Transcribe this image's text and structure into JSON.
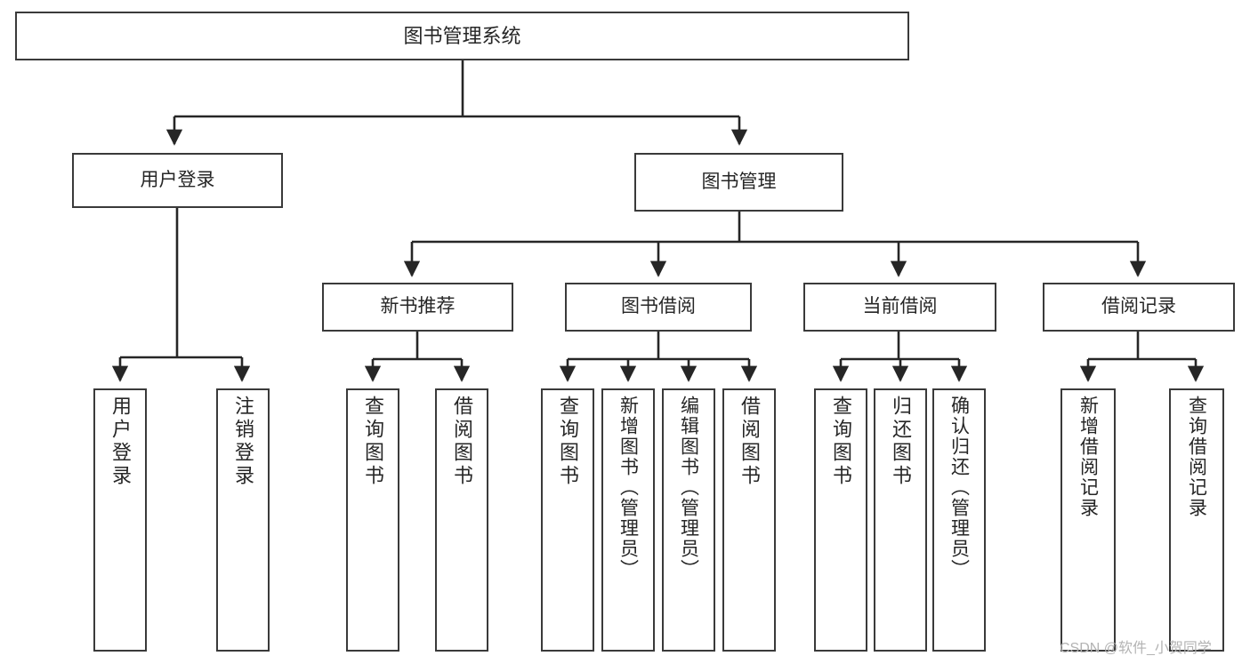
{
  "diagram": {
    "title": "图书管理系统",
    "type": "hierarchy-tree",
    "root": {
      "id": "root",
      "label": "图书管理系统"
    },
    "level1": [
      {
        "id": "user-login",
        "label": "用户登录"
      },
      {
        "id": "book-manage",
        "label": "图书管理"
      }
    ],
    "level2": [
      {
        "id": "new-book-rec",
        "label": "新书推荐",
        "parent": "book-manage"
      },
      {
        "id": "book-borrow",
        "label": "图书借阅",
        "parent": "book-manage"
      },
      {
        "id": "current-borrow",
        "label": "当前借阅",
        "parent": "book-manage"
      },
      {
        "id": "borrow-record",
        "label": "借阅记录",
        "parent": "book-manage"
      }
    ],
    "leaves": [
      {
        "id": "leaf-user-login",
        "label": "用户登录",
        "parent": "user-login"
      },
      {
        "id": "leaf-user-logout",
        "label": "注销登录",
        "parent": "user-login"
      },
      {
        "id": "leaf-query-book-1",
        "label": "查询图书",
        "parent": "new-book-rec"
      },
      {
        "id": "leaf-borrow-book-1",
        "label": "借阅图书",
        "parent": "new-book-rec"
      },
      {
        "id": "leaf-query-book-2",
        "label": "查询图书",
        "parent": "book-borrow"
      },
      {
        "id": "leaf-add-book",
        "label": "新增图书（管理员）",
        "parent": "book-borrow"
      },
      {
        "id": "leaf-edit-book",
        "label": "编辑图书（管理员）",
        "parent": "book-borrow"
      },
      {
        "id": "leaf-borrow-book-2",
        "label": "借阅图书",
        "parent": "book-borrow"
      },
      {
        "id": "leaf-query-book-3",
        "label": "查询图书",
        "parent": "current-borrow"
      },
      {
        "id": "leaf-return-book",
        "label": "归还图书",
        "parent": "current-borrow"
      },
      {
        "id": "leaf-confirm-return",
        "label": "确认归还（管理员）",
        "parent": "current-borrow"
      },
      {
        "id": "leaf-add-record",
        "label": "新增借阅记录",
        "parent": "borrow-record"
      },
      {
        "id": "leaf-query-record",
        "label": "查询借阅记录",
        "parent": "borrow-record"
      }
    ],
    "colors": {
      "node_border": "#3a3a3a",
      "node_fill": "#ffffff",
      "connector": "#262626",
      "text": "#262626",
      "watermark": "#b3b3b3"
    }
  },
  "watermark": {
    "text": "CSDN @软件_小贺同学"
  }
}
